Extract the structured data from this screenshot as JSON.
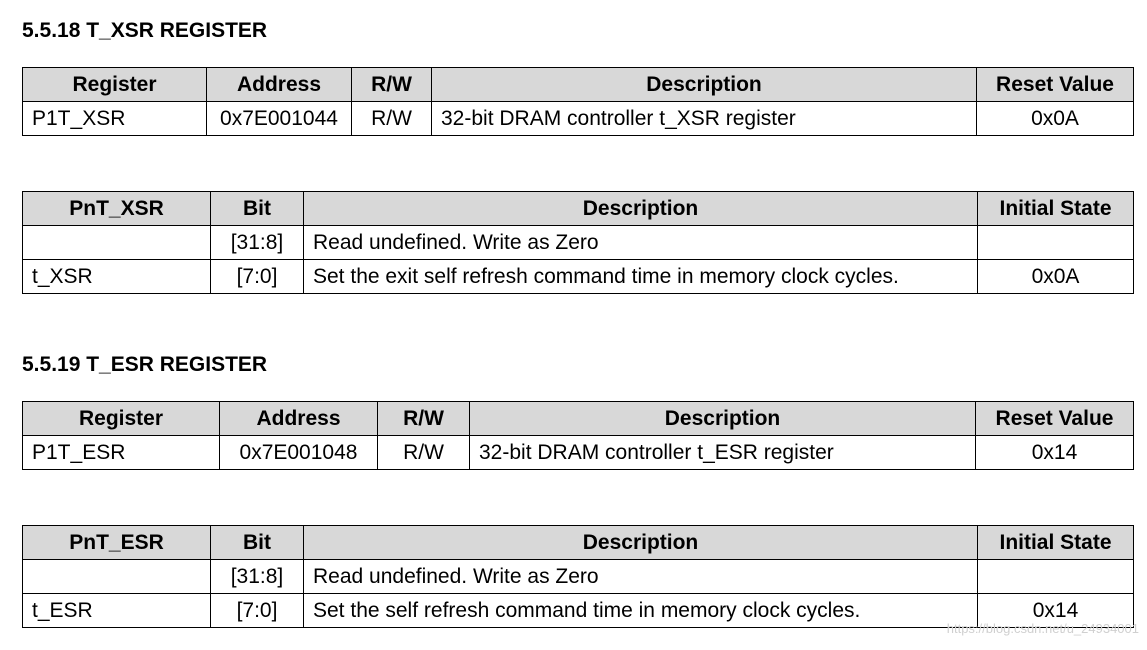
{
  "sections": [
    {
      "title": "5.5.18 T_XSR REGISTER",
      "register_table": {
        "headers": [
          "Register",
          "Address",
          "R/W",
          "Description",
          "Reset Value"
        ],
        "row": [
          "P1T_XSR",
          "0x7E001044",
          "R/W",
          "32-bit DRAM controller t_XSR register",
          "0x0A"
        ]
      },
      "bit_table": {
        "headers": [
          "PnT_XSR",
          "Bit",
          "Description",
          "Initial State"
        ],
        "rows": [
          [
            "",
            "[31:8]",
            "Read undefined. Write as Zero",
            ""
          ],
          [
            "t_XSR",
            "[7:0]",
            "Set the exit self refresh command time in memory clock cycles.",
            "0x0A"
          ]
        ]
      }
    },
    {
      "title": "5.5.19 T_ESR REGISTER",
      "register_table": {
        "headers": [
          "Register",
          "Address",
          "R/W",
          "Description",
          "Reset Value"
        ],
        "row": [
          "P1T_ESR",
          "0x7E001048",
          "R/W",
          "32-bit DRAM controller t_ESR register",
          "0x14"
        ]
      },
      "bit_table": {
        "headers": [
          "PnT_ESR",
          "Bit",
          "Description",
          "Initial State"
        ],
        "rows": [
          [
            "",
            "[31:8]",
            "Read undefined. Write as Zero",
            ""
          ],
          [
            "t_ESR",
            "[7:0]",
            "Set the self refresh command time in memory clock cycles.",
            "0x14"
          ]
        ]
      }
    }
  ],
  "watermark": "https://blog.csdn.net/u_24934001"
}
